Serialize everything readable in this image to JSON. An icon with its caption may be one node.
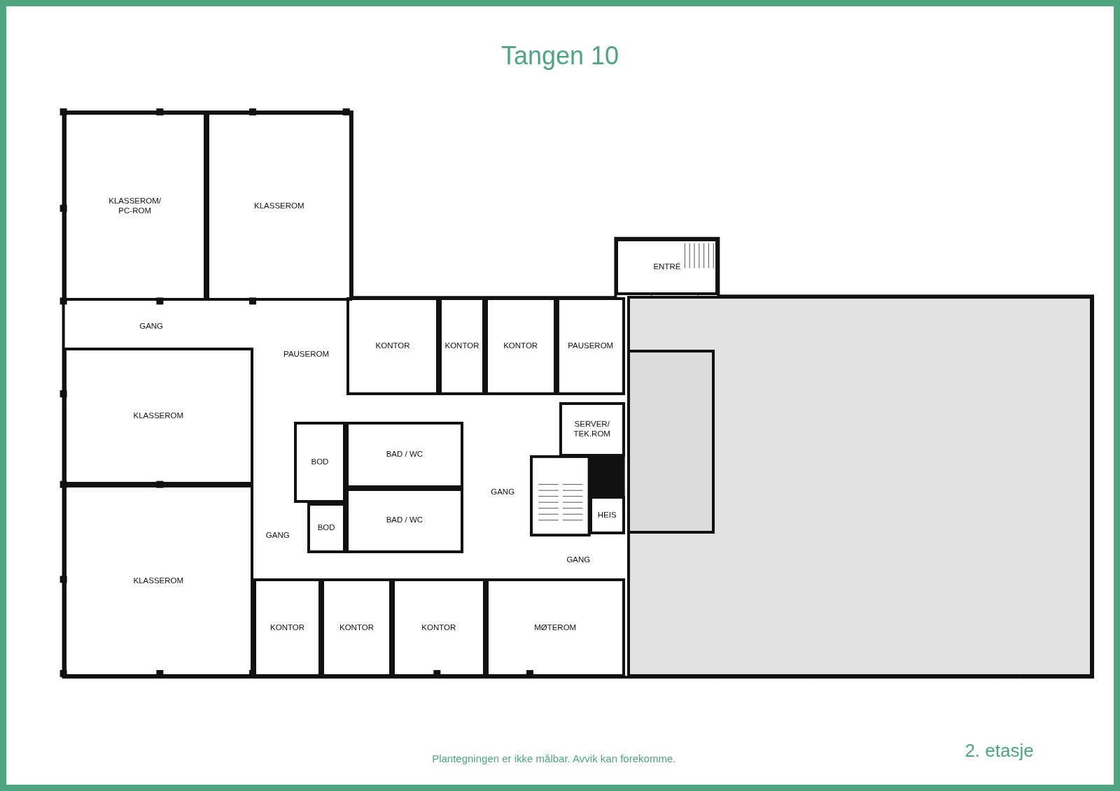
{
  "diagram": {
    "title": "Tangen 10",
    "nodes": [
      {
        "text": [
          "KLASSEROM/ PC-ROM"
        ]
      },
      {
        "text": [
          "KLASSEROM"
        ]
      },
      {
        "text": [
          "GANG"
        ]
      },
      {
        "text": [
          "PAUSEROM"
        ]
      },
      {
        "text": [
          "KONTOR"
        ]
      },
      {
        "text": [
          "KONTOR"
        ]
      },
      {
        "text": [
          "KONTOR"
        ]
      },
      {
        "text": [
          "PAUSEROM"
        ]
      },
      {
        "text": [
          "ENTRÉ"
        ]
      },
      {
        "text": [
          "KLASSEROM"
        ]
      },
      {
        "text": [
          "SERVER/ TEK.ROM"
        ]
      },
      {
        "text": [
          "BOD"
        ]
      },
      {
        "text": [
          "BAD / WC"
        ]
      },
      {
        "text": [
          "GANG"
        ]
      },
      {
        "text": [
          "HEIS"
        ]
      },
      {
        "text": [
          "BOD"
        ]
      },
      {
        "text": [
          "BAD / WC"
        ]
      },
      {
        "text": [
          "GANG"
        ]
      },
      {
        "text": [
          "GANG"
        ]
      },
      {
        "text": [
          "KLASSEROM"
        ]
      },
      {
        "text": [
          "KONTOR"
        ]
      },
      {
        "text": [
          "KONTOR"
        ]
      },
      {
        "text": [
          "KONTOR"
        ]
      },
      {
        "text": [
          "MØTEROM"
        ]
      },
      {
        "text": [],
        "shape": "box"
      },
      {
        "text": [],
        "shape": "box",
        "in": 24
      }
    ],
    "labels": [
      "2. etasje",
      "Plantegningen er ikke målbar. Avvik kan forekomme."
    ]
  }
}
